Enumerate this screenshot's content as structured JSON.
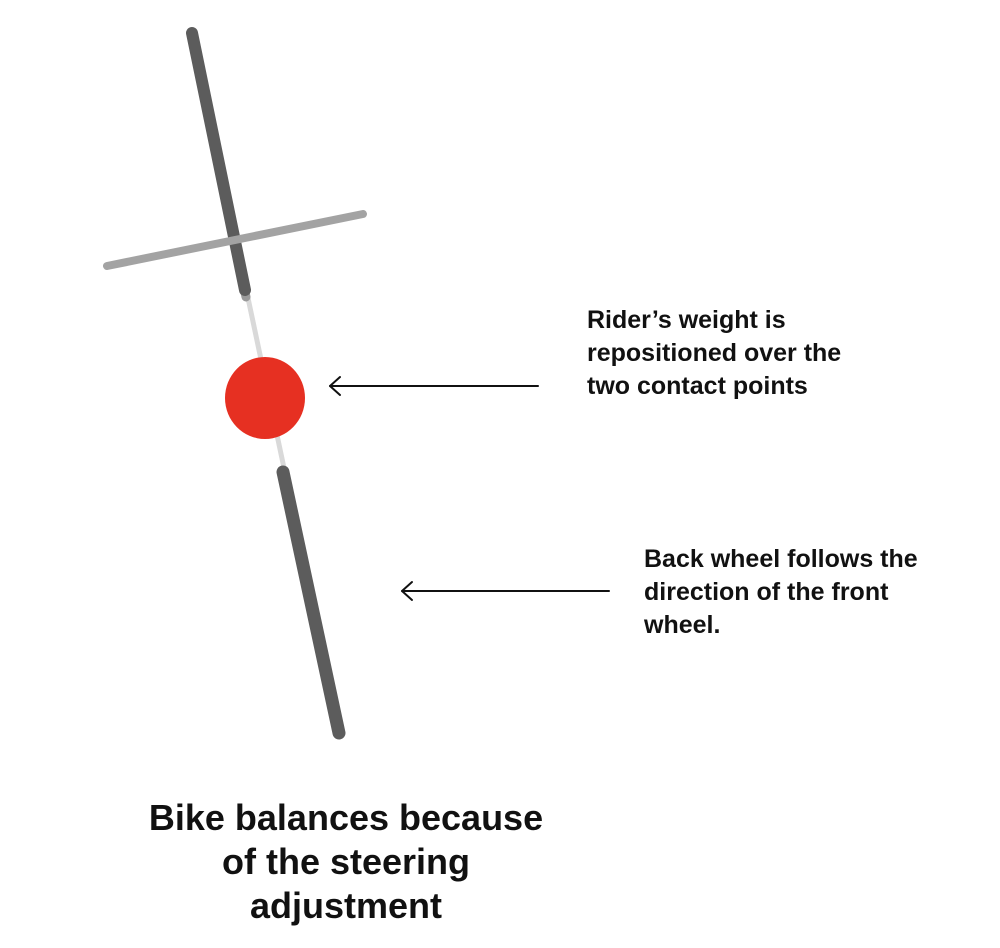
{
  "colors": {
    "wheel": "#5c5c5c",
    "handlebar": "#a3a3a3",
    "frame": "#d9d9d9",
    "rider": "#e63022",
    "arrow": "#111111",
    "text": "#111111"
  },
  "annotations": {
    "rider_weight": "Rider’s weight is\nrepositioned over the\ntwo contact points",
    "back_wheel": "Back wheel follows the\ndirection of the front\nwheel."
  },
  "caption": "Bike balances because\nof the steering\nadjustment",
  "icons": {
    "arrows": "left-arrow"
  }
}
